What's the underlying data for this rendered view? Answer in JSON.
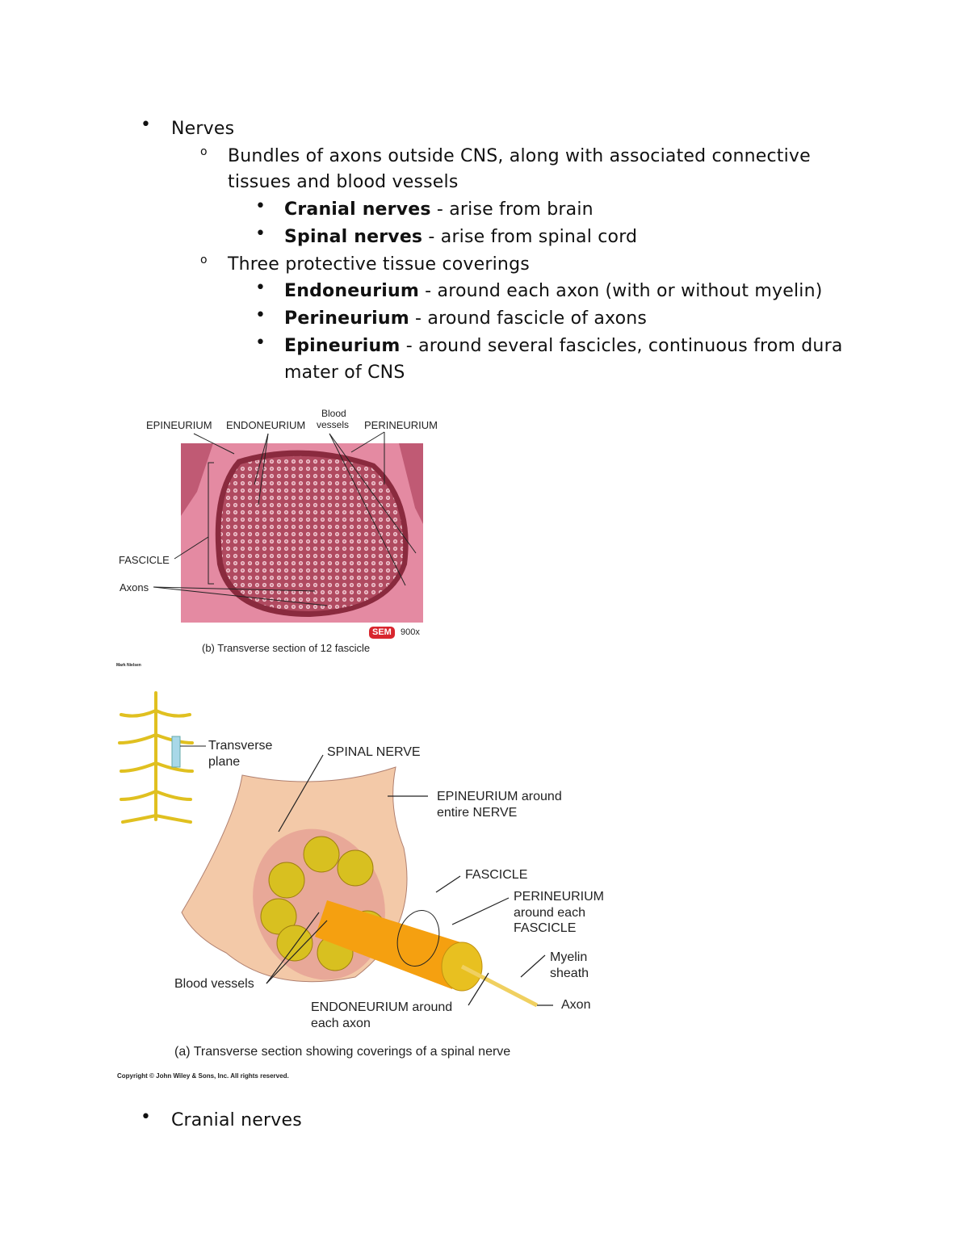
{
  "outline": {
    "item1": "Nerves",
    "sub1": "Bundles of axons outside CNS, along with associated connective",
    "sub1_cont": "tissues and blood vessels",
    "cranial_term": "Cranial nerves",
    "cranial_desc": " - arise from brain",
    "spinal_term": "Spinal nerves",
    "spinal_desc": " - arise from spinal cord",
    "sub2": "Three protective tissue coverings",
    "endo_term": "Endoneurium",
    "endo_desc": " - around each axon (with or without myelin)",
    "peri_term": "Perineurium",
    "peri_desc": " - around fascicle of axons",
    "epi_term": "Epineurium",
    "epi_desc": " - around several fascicles, continuous from dura",
    "epi_cont": "mater of CNS",
    "item2": "Cranial nerves"
  },
  "figure_b": {
    "labels": {
      "epineurium": "EPINEURIUM",
      "endoneurium": "ENDONEURIUM",
      "blood1": "Blood",
      "blood2": "vessels",
      "perineurium": "PERINEURIUM",
      "fascicle": "FASCICLE",
      "axons": "Axons"
    },
    "badge": "SEM",
    "magnification": "900x",
    "caption": "(b) Transverse section of 12 fascicle",
    "credit": "Mark Nielsen",
    "colors": {
      "tissue": "#e07a95",
      "fascicle": "#b84a5e",
      "badge": "#d8262e"
    }
  },
  "figure_a": {
    "labels": {
      "transverse1": "Transverse",
      "transverse2": "plane",
      "spinal_nerve": "SPINAL NERVE",
      "epi1": "EPINEURIUM around",
      "epi2": "entire NERVE",
      "fascicle": "FASCICLE",
      "peri1": "PERINEURIUM",
      "peri2": "around each",
      "peri3": "FASCICLE",
      "myelin1": "Myelin",
      "myelin2": "sheath",
      "axon": "Axon",
      "blood": "Blood vessels",
      "endo1": "ENDONEURIUM around",
      "endo2": "each axon"
    },
    "caption": "(a) Transverse section showing coverings of a spinal nerve",
    "copyright": "Copyright © John Wiley & Sons, Inc. All rights reserved.",
    "colors": {
      "sheath": "#f3c9a8",
      "fascicle": "#d8c020",
      "nerve": "#f5a010"
    }
  }
}
